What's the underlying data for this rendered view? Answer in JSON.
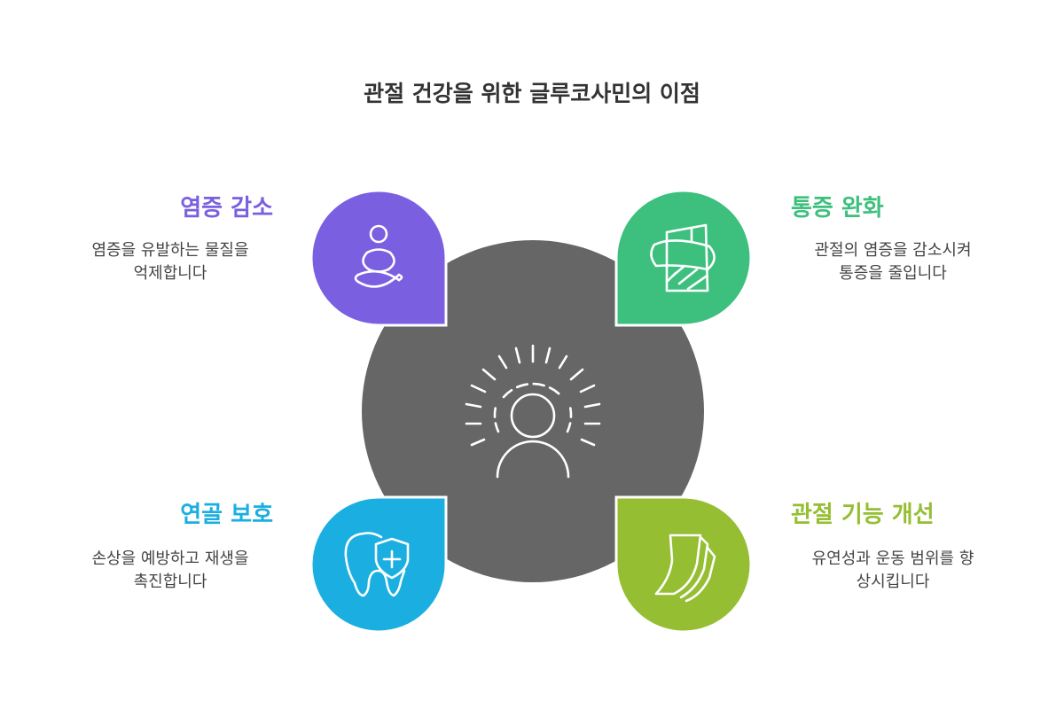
{
  "title": "관절 건강을 위한 글루코사민의 이점",
  "colors": {
    "center": "#666666",
    "purple": "#7A5FE0",
    "green": "#3DC07E",
    "blue": "#1AAFE0",
    "lime": "#95BE33",
    "title": "#333333",
    "text": "#444444"
  },
  "items": [
    {
      "id": "inflammation",
      "heading": "염증 감소",
      "desc_line1": "염증을 유발하는 물질을",
      "desc_line2": "억제합니다",
      "color": "#7A5FE0",
      "icon": "meditation-icon"
    },
    {
      "id": "pain",
      "heading": "통증 완화",
      "desc_line1": "관절의 염증을 감소시켜",
      "desc_line2": "통증을 줄입니다",
      "color": "#3DC07E",
      "icon": "bandage-icon"
    },
    {
      "id": "cartilage",
      "heading": "연골 보호",
      "desc_line1": "손상을 예방하고 재생을",
      "desc_line2": "촉진합니다",
      "color": "#1AAFE0",
      "icon": "tooth-shield-icon"
    },
    {
      "id": "function",
      "heading": "관절 기능 개선",
      "desc_line1": "유연성과 운동 범위를 향",
      "desc_line2": "상시킵니다",
      "color": "#95BE33",
      "icon": "pages-icon"
    }
  ],
  "center_icon": "radiant-person-icon"
}
